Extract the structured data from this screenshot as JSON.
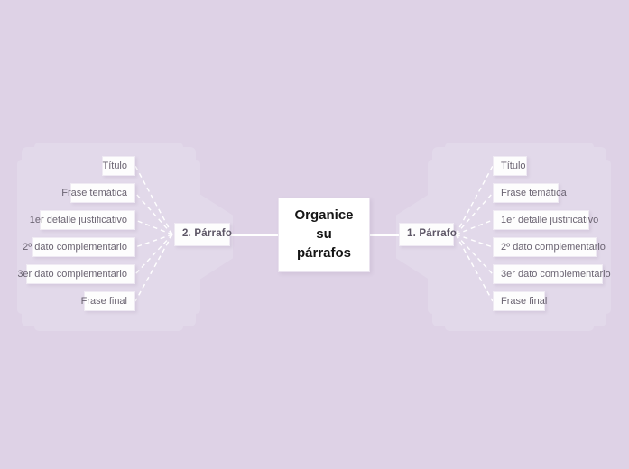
{
  "diagram": {
    "type": "mind-map",
    "title": "Organice su párrafos",
    "background_color": "#ded2e6",
    "cloud_color": "#e2d9ea",
    "node_color": "#fdfdfd",
    "connector_color": "#ffffff",
    "center": {
      "line1": "Organice",
      "line2": "su",
      "line3": "párrafos"
    },
    "branches": [
      {
        "id": "branch-left",
        "side": "left",
        "label": "2. Párrafo",
        "children": [
          {
            "label": "Título"
          },
          {
            "label": "Frase temática"
          },
          {
            "label": "1er detalle justificativo"
          },
          {
            "label": "2º dato complementario"
          },
          {
            "label": "3er dato complementario"
          },
          {
            "label": "Frase final"
          }
        ]
      },
      {
        "id": "branch-right",
        "side": "right",
        "label": "1. Párrafo",
        "children": [
          {
            "label": "Título"
          },
          {
            "label": "Frase temática"
          },
          {
            "label": "1er detalle justificativo"
          },
          {
            "label": "2º dato complementario"
          },
          {
            "label": "3er dato complementario"
          },
          {
            "label": "Frase final"
          }
        ]
      }
    ]
  }
}
